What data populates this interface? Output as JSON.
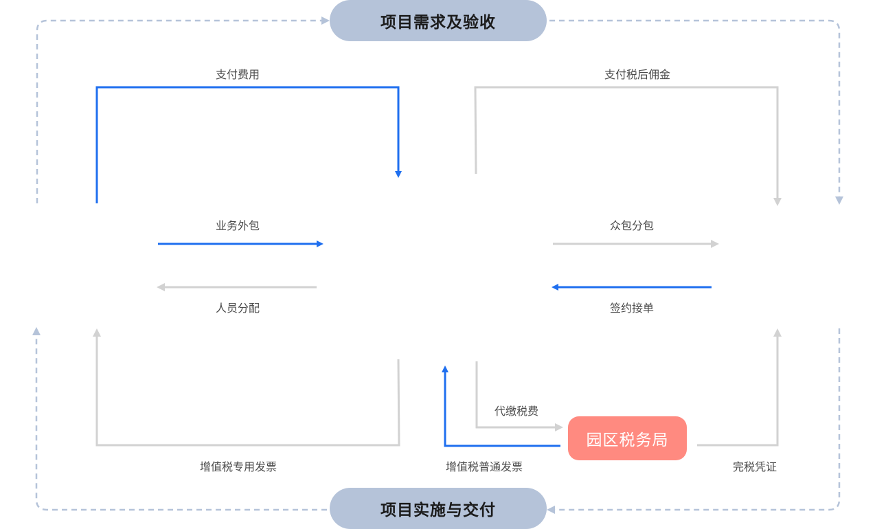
{
  "colors": {
    "active_flow": "#1f6fef",
    "inactive_flow": "#d2d2d2",
    "loop_dashed": "#b5c3d9",
    "stage_pill": "#b5c3d9",
    "tax_bureau": "#ff8a80",
    "label_text": "#4a4a4a"
  },
  "stages": {
    "top": "项目需求及验收",
    "bottom": "项目实施与交付"
  },
  "tax_bureau": {
    "label": "园区税务局"
  },
  "flows": [
    {
      "id": "pay-fee",
      "label": "支付费用",
      "state": "active"
    },
    {
      "id": "pay-after-tax-commission",
      "label": "支付税后佣金",
      "state": "inactive"
    },
    {
      "id": "business-outsourcing",
      "label": "业务外包",
      "state": "active"
    },
    {
      "id": "staff-allocation",
      "label": "人员分配",
      "state": "inactive"
    },
    {
      "id": "crowdsourcing-subcontract",
      "label": "众包分包",
      "state": "inactive"
    },
    {
      "id": "sign-accept-order",
      "label": "签约接单",
      "state": "active"
    },
    {
      "id": "vat-special-invoice",
      "label": "增值税专用发票",
      "state": "inactive"
    },
    {
      "id": "withhold-tax",
      "label": "代缴税费",
      "state": "inactive"
    },
    {
      "id": "vat-general-invoice",
      "label": "增值税普通发票",
      "state": "active"
    },
    {
      "id": "tax-completion-certificate",
      "label": "完税凭证",
      "state": "inactive"
    }
  ]
}
